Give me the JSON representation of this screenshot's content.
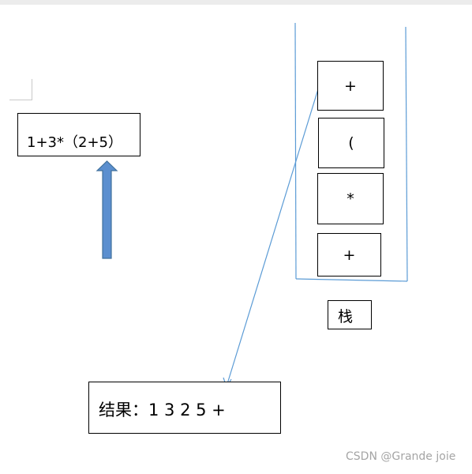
{
  "expression": "1+3*（2+5）",
  "stack": {
    "items": [
      "+",
      "(",
      "*",
      "+"
    ],
    "label": "栈"
  },
  "result": "结果：1 3 2 5 +",
  "watermark": "CSDN @Grande joie",
  "colors": {
    "arrow_fill": "#5b8fcf",
    "arrow_stroke": "#41719c",
    "line": "#5b9bd5"
  }
}
